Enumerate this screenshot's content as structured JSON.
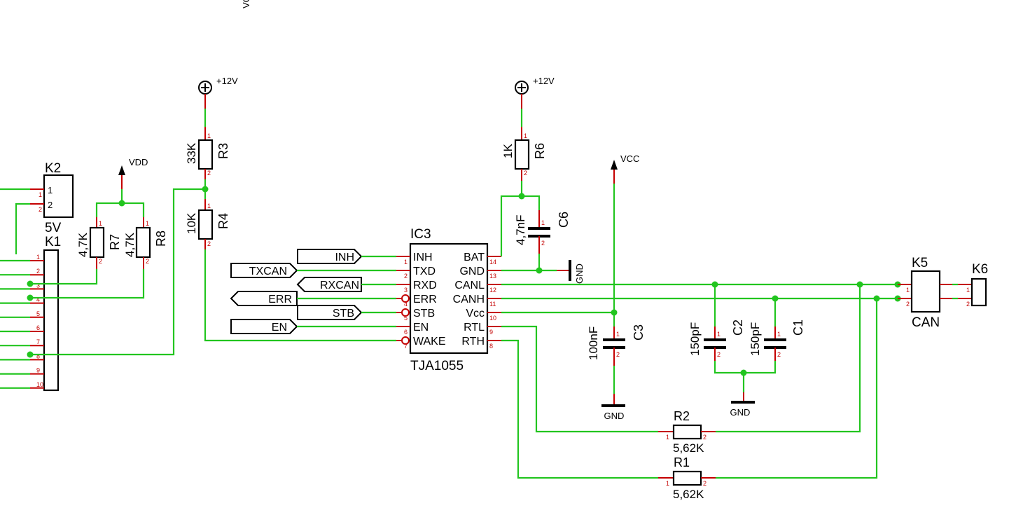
{
  "supplies": {
    "vdd": "VDD",
    "vcc": "VCC",
    "v12_left": "+12V",
    "v12_right": "+12V",
    "top_clip": "VC",
    "gnd_c6": "GND",
    "gnd_c3": "GND",
    "gnd_c1c2": "GND"
  },
  "ic3": {
    "ref": "IC3",
    "part": "TJA1055",
    "left_pins": [
      {
        "name": "INH",
        "num": "1"
      },
      {
        "name": "TXD",
        "num": "2"
      },
      {
        "name": "RXD",
        "num": "3"
      },
      {
        "name": "ERR",
        "num": "4"
      },
      {
        "name": "STB",
        "num": "5"
      },
      {
        "name": "EN",
        "num": "6"
      },
      {
        "name": "WAKE",
        "num": "7"
      }
    ],
    "right_pins": [
      {
        "name": "BAT",
        "num": "14"
      },
      {
        "name": "GND",
        "num": "13"
      },
      {
        "name": "CANL",
        "num": "12"
      },
      {
        "name": "CANH",
        "num": "11"
      },
      {
        "name": "Vcc",
        "num": "10"
      },
      {
        "name": "RTL",
        "num": "9"
      },
      {
        "name": "RTH",
        "num": "8"
      }
    ]
  },
  "signals": [
    "INH",
    "TXCAN",
    "RXCAN",
    "ERR",
    "STB",
    "EN"
  ],
  "resistors": {
    "r1": {
      "ref": "R1",
      "value": "5,62K"
    },
    "r2": {
      "ref": "R2",
      "value": "5,62K"
    },
    "r3": {
      "ref": "R3",
      "value": "33K"
    },
    "r4": {
      "ref": "R4",
      "value": "10K"
    },
    "r6": {
      "ref": "R6",
      "value": "1K"
    },
    "r7": {
      "ref": "R7",
      "value": "4,7K"
    },
    "r8": {
      "ref": "R8",
      "value": "4,7K"
    }
  },
  "capacitors": {
    "c1": {
      "ref": "C1",
      "value": "150pF"
    },
    "c2": {
      "ref": "C2",
      "value": "150pF"
    },
    "c3": {
      "ref": "C3",
      "value": "100nF"
    },
    "c6": {
      "ref": "C6",
      "value": "4,7nF"
    }
  },
  "connectors": {
    "k1": {
      "ref": "K1",
      "pins": [
        "1",
        "2",
        "3",
        "4",
        "5",
        "6",
        "7",
        "8",
        "9",
        "10"
      ]
    },
    "k2": {
      "ref": "K2",
      "value": "5V",
      "pins": [
        "1",
        "2"
      ]
    },
    "k5": {
      "ref": "K5",
      "value": "CAN",
      "pins": [
        "1",
        "2"
      ]
    },
    "k6": {
      "ref": "K6",
      "pins": [
        "1",
        "2"
      ]
    }
  },
  "pin_numbers": {
    "p1": "1",
    "p2": "2"
  }
}
